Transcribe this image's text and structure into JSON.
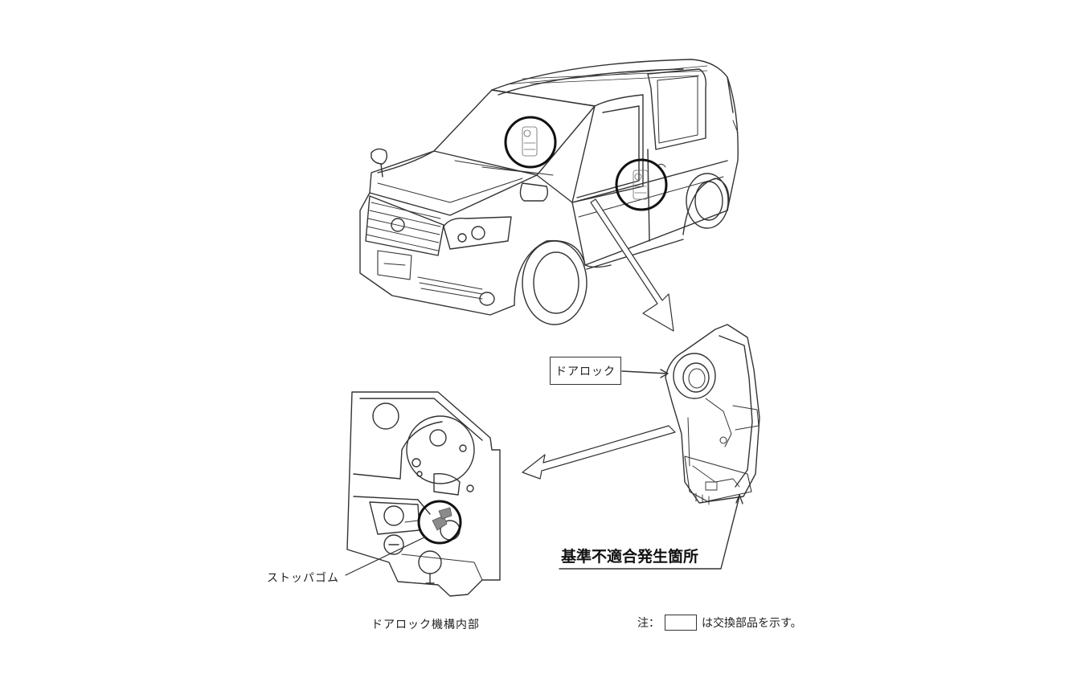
{
  "labels": {
    "door_lock": "ドアロック",
    "nonconformity_location": "基準不適合発生箇所",
    "stopper_rubber": "ストッパゴム",
    "interior_caption": "ドアロック機構内部"
  },
  "note": {
    "prefix": "注：",
    "suffix": "は交換部品を示す。"
  },
  "colors": {
    "line": "#333333",
    "highlight_circle": "#111111",
    "replacement_part_fill": "#8a8a8a"
  },
  "icons": {
    "vehicle": "taxi-van-line-drawing",
    "lock_assembly": "door-lock-assembly-drawing",
    "lock_interior": "door-lock-interior-drawing",
    "callout_arrows": "hollow-arrow"
  }
}
